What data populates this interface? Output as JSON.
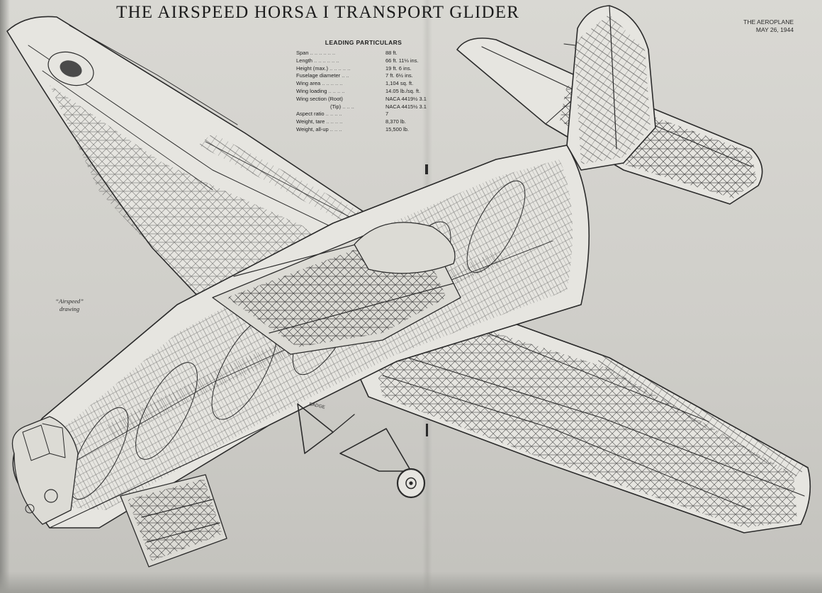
{
  "title": "THE AIRSPEED HORSA I TRANSPORT GLIDER",
  "publication": {
    "name": "THE AEROPLANE",
    "date": "MAY 26, 1944"
  },
  "credit": {
    "line1": "“Airspeed”",
    "line2": "drawing"
  },
  "particulars": {
    "heading": "LEADING PARTICULARS",
    "rows": [
      {
        "label": "Span",
        "value": "88 ft."
      },
      {
        "label": "Length",
        "value": "66 ft. 11⅓ ins."
      },
      {
        "label": "Height (max.)",
        "value": "19 ft. 6 ins."
      },
      {
        "label": "Fuselage diameter",
        "value": "7 ft. 6½ ins."
      },
      {
        "label": "Wing area",
        "value": "1,104 sq. ft."
      },
      {
        "label": "Wing loading",
        "value": "14.05 lb./sq. ft."
      },
      {
        "label": "Wing section (Root)",
        "value": "NACA 4419½ 3.1"
      },
      {
        "label": "(Tip)",
        "value": "NACA 4415½ 3.1"
      },
      {
        "label": "Aspect ratio",
        "value": "7"
      },
      {
        "label": "Weight, tare",
        "value": "8,370 lb."
      },
      {
        "label": "Weight, all-up",
        "value": "15,500 lb."
      }
    ]
  },
  "drawing": {
    "subject": "Horsa glider cutaway",
    "artist_signature": "BADGE",
    "ink_color": "#2b2b2b",
    "paper_color": "#d9d8d3"
  }
}
